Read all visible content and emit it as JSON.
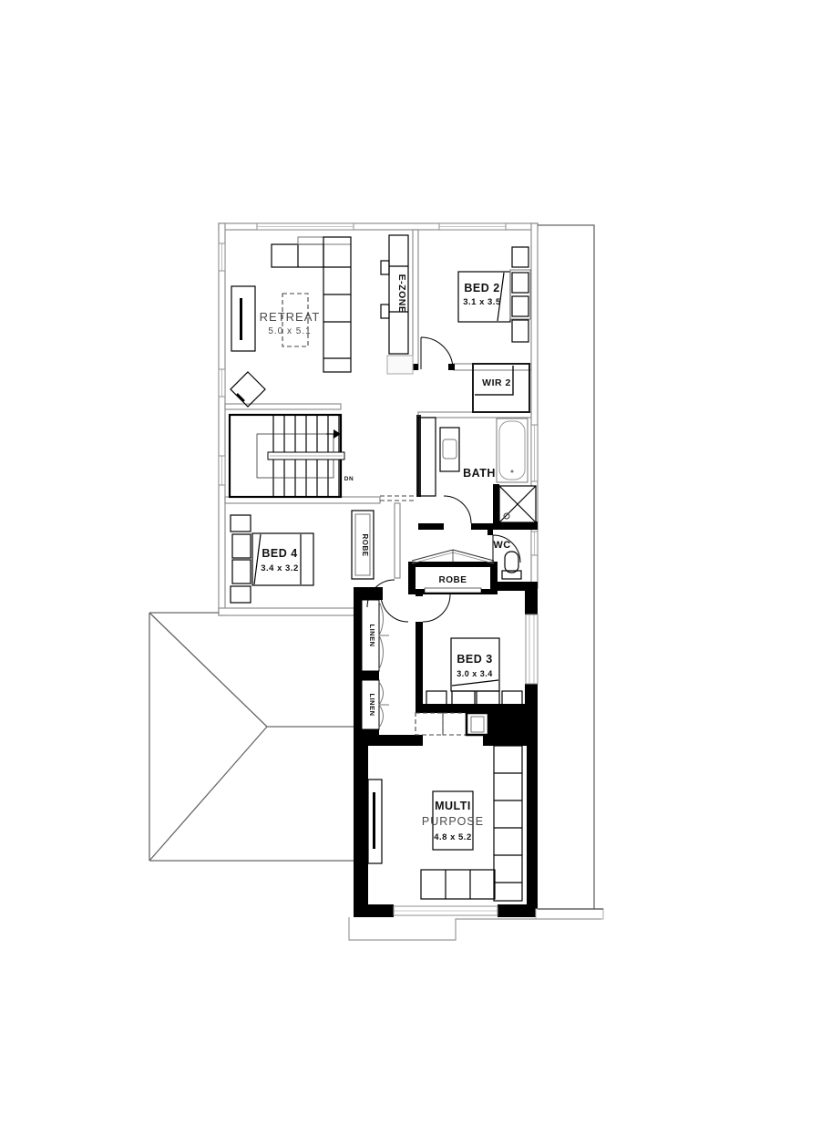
{
  "plan": {
    "rooms": [
      {
        "name": "RETREAT",
        "dims": "5.0 x 5.1"
      },
      {
        "name": "E-ZONE"
      },
      {
        "name": "BED 2",
        "dims": "3.1 x 3.5"
      },
      {
        "name": "WIR 2"
      },
      {
        "name": "BATH"
      },
      {
        "name": "WC"
      },
      {
        "name": "BED 4",
        "dims": "3.4 x 3.2"
      },
      {
        "name": "BED 3",
        "dims": "3.0 x 3.4"
      },
      {
        "name": "MULTI",
        "name_line2": "PURPOSE",
        "dims": "4.8 x 5.2"
      }
    ],
    "storage": {
      "robe_bed4": "ROBE",
      "robe_bed3": "ROBE",
      "linen_top": "LINEN",
      "linen_bottom": "LINEN"
    },
    "stairs": {
      "direction_label": "DN"
    },
    "colors": {
      "wall_solid": "#000000",
      "wall_light": "#8f8f8f",
      "label_bold": "#111111",
      "label_light": "#4a4a4a",
      "background": "#ffffff"
    }
  }
}
